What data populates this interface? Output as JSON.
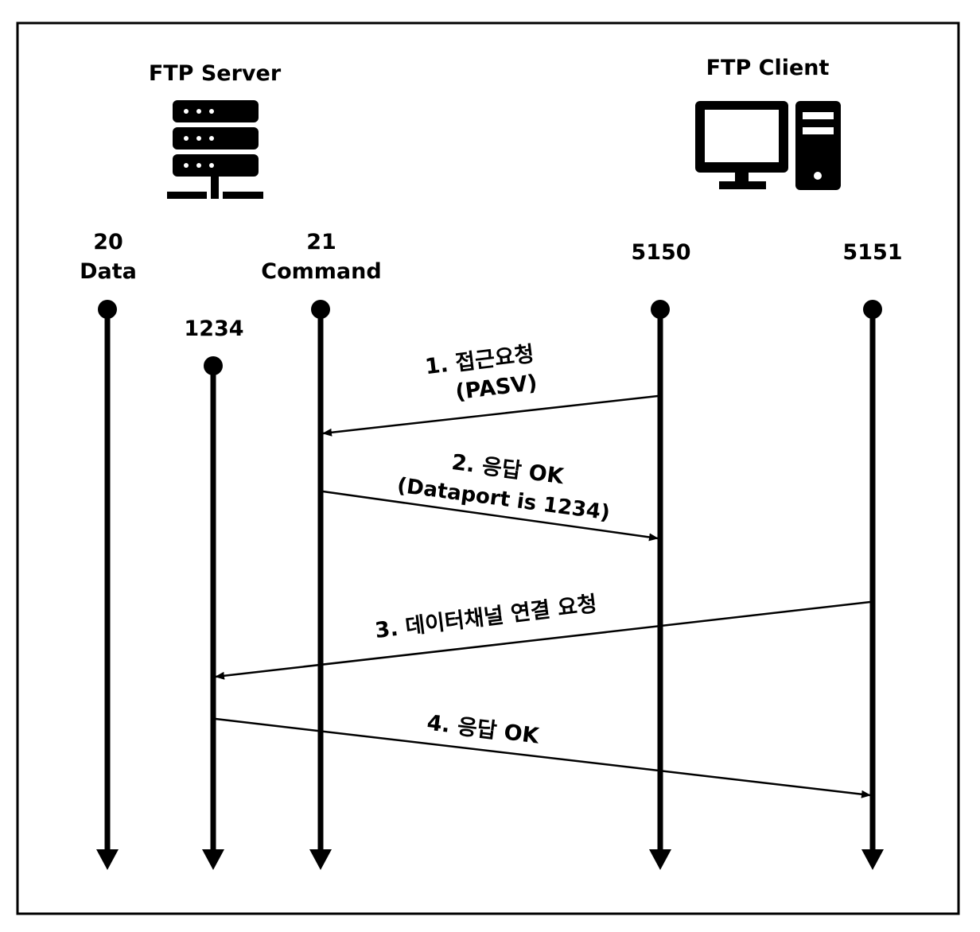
{
  "actors": {
    "server": {
      "title": "FTP Server",
      "icon": "server-rack-icon"
    },
    "client": {
      "title": "FTP Client",
      "icon": "desktop-computer-icon"
    }
  },
  "ports": {
    "p20": {
      "number": "20",
      "role": "Data"
    },
    "p21": {
      "number": "21",
      "role": "Command"
    },
    "p1234": {
      "number": "1234"
    },
    "p5150": {
      "number": "5150"
    },
    "p5151": {
      "number": "5151"
    }
  },
  "messages": {
    "m1": {
      "line1": "1. 접근요청",
      "line2": "(PASV)",
      "from": "5150",
      "to": "21"
    },
    "m2": {
      "line1": "2. 응답 OK",
      "line2": "(Dataport is 1234)",
      "from": "21",
      "to": "5150"
    },
    "m3": {
      "line1": "3. 데이터채널 연결 요청",
      "from": "5151",
      "to": "1234"
    },
    "m4": {
      "line1": "4. 응답 OK",
      "from": "1234",
      "to": "5151"
    }
  },
  "colors": {
    "ink": "#000000",
    "background": "#ffffff"
  }
}
